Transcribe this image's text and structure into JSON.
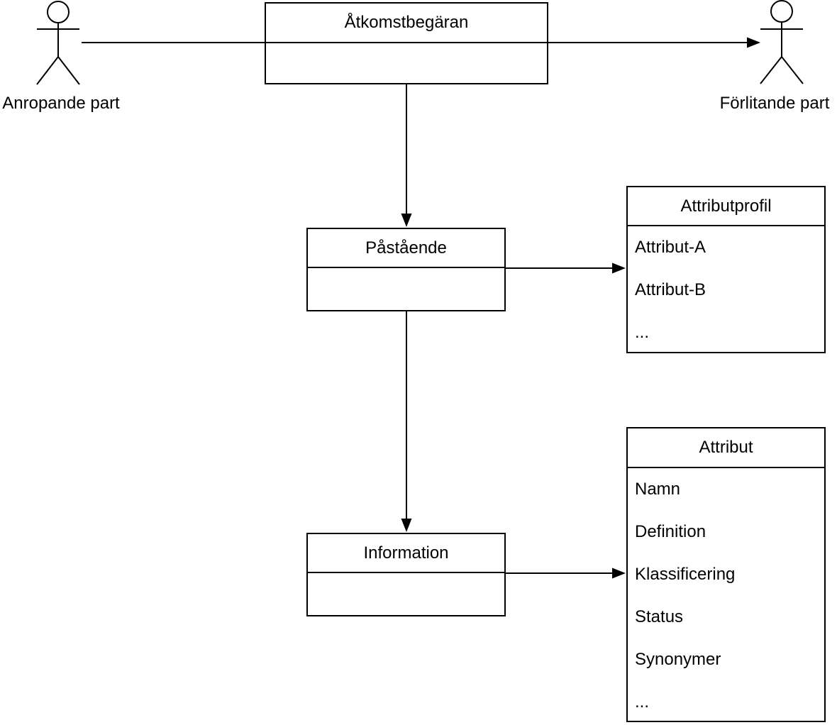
{
  "colors": {
    "stroke": "#000000",
    "background": "#ffffff"
  },
  "actors": {
    "caller": {
      "label": "Anropande part"
    },
    "relying_party": {
      "label": "Förlitande part"
    }
  },
  "nodes": {
    "access_request": {
      "title": "Åtkomstbegäran"
    },
    "assertion": {
      "title": "Påstående"
    },
    "information": {
      "title": "Information"
    },
    "attribute_profile": {
      "title": "Attributprofil",
      "items": [
        "Attribut-A",
        "Attribut-B",
        "..."
      ]
    },
    "attribute": {
      "title": "Attribut",
      "items": [
        "Namn",
        "Definition",
        "Klassificering",
        "Status",
        "Synonymer",
        "..."
      ]
    }
  }
}
